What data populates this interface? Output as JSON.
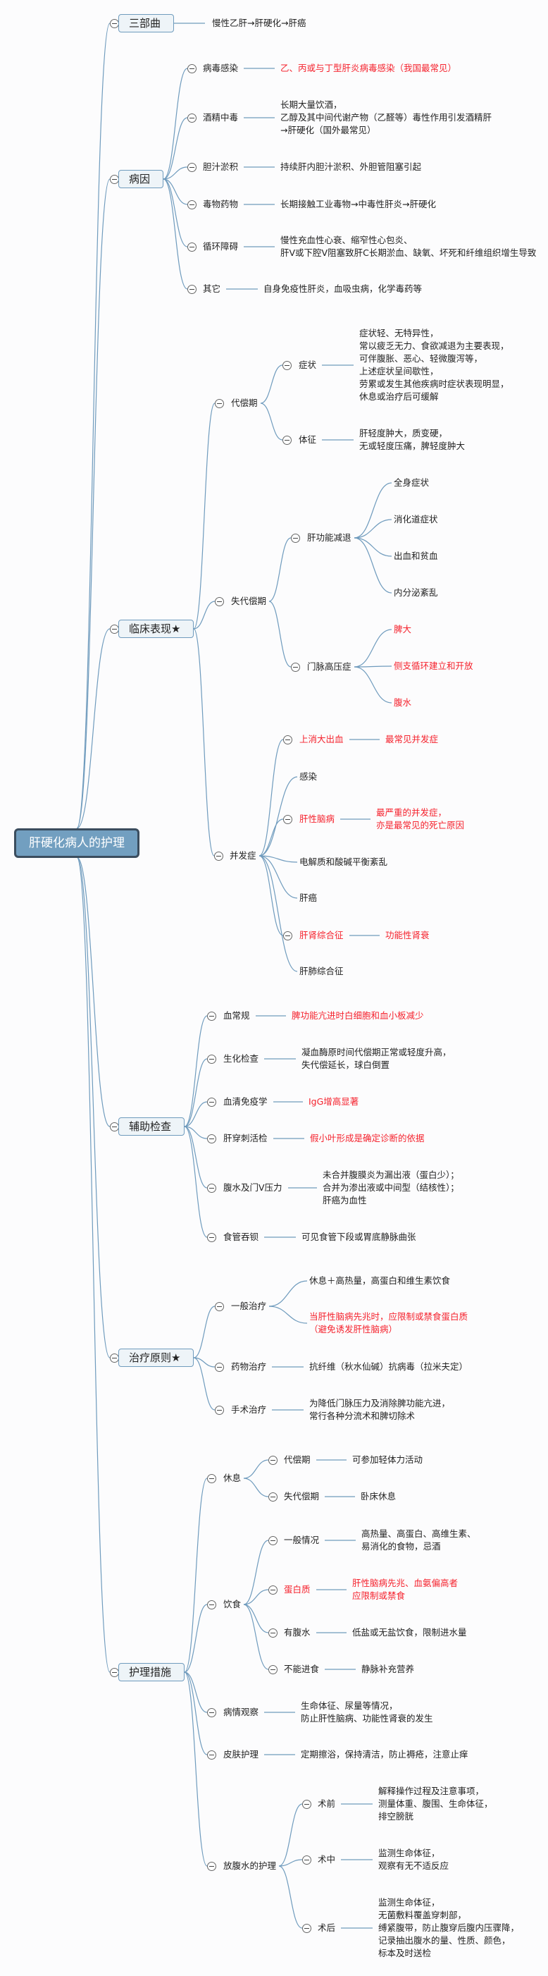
{
  "title": "肝硬化病人的护理",
  "colors": {
    "line": "#6f9bbd",
    "highlight": "#f5222d",
    "root_bg": "#729fc0",
    "box_bg": "#eef4f8"
  },
  "branches": [
    {
      "label": "三部曲",
      "note": [
        "慢性乙肝→肝硬化→肝癌"
      ]
    },
    {
      "label": "病因",
      "children": [
        {
          "label": "病毒感染",
          "note": [
            "乙、丙或与丁型肝炎病毒感染（我国最常见）"
          ],
          "note_hl": true
        },
        {
          "label": "酒精中毒",
          "note": [
            "长期大量饮酒，",
            "乙醇及其中间代谢产物（乙醛等）毒性作用引发酒精肝",
            "→肝硬化（国外最常见）"
          ]
        },
        {
          "label": "胆汁淤积",
          "note": [
            "持续肝内胆汁淤积、外胆管阻塞引起"
          ]
        },
        {
          "label": "毒物药物",
          "note": [
            "长期接触工业毒物→中毒性肝炎→肝硬化"
          ]
        },
        {
          "label": "循环障碍",
          "note": [
            "慢性充血性心衰、缩窄性心包炎、",
            "肝V或下腔V阻塞致肝C长期淤血、缺氧、坏死和纤维组织增生导致"
          ]
        },
        {
          "label": "其它",
          "note": [
            "自身免疫性肝炎，血吸虫病，化学毒药等"
          ]
        }
      ]
    },
    {
      "label": "临床表现★",
      "children": [
        {
          "label": "代偿期",
          "children": [
            {
              "label": "症状",
              "note": [
                "症状轻、无特异性，",
                "常以疲乏无力、食欲减退为主要表现，",
                "可伴腹胀、恶心、轻微腹泻等，",
                "上述症状呈间歇性，",
                "劳累或发生其他疾病时症状表现明显，",
                "休息或治疗后可缓解"
              ]
            },
            {
              "label": "体征",
              "note": [
                "肝轻度肿大，质变硬，",
                "无或轻度压痛，脾轻度肿大"
              ]
            }
          ]
        },
        {
          "label": "失代偿期",
          "children": [
            {
              "label": "肝功能减退",
              "children": [
                {
                  "label": "全身症状"
                },
                {
                  "label": "消化道症状"
                },
                {
                  "label": "出血和贫血"
                },
                {
                  "label": "内分泌紊乱"
                }
              ]
            },
            {
              "label": "门脉高压症",
              "children": [
                {
                  "label": "脾大",
                  "hl": true
                },
                {
                  "label": "侧支循环建立和开放",
                  "hl": true
                },
                {
                  "label": "腹水",
                  "hl": true
                }
              ]
            }
          ]
        },
        {
          "label": "并发症",
          "children": [
            {
              "label": "上消大出血",
              "hl": true,
              "note": [
                "最常见并发症"
              ],
              "note_hl": true
            },
            {
              "label": "感染"
            },
            {
              "label": "肝性脑病",
              "hl": true,
              "note": [
                "最严重的并发症，",
                "亦是最常见的死亡原因"
              ],
              "note_hl": true
            },
            {
              "label": "电解质和酸碱平衡紊乱"
            },
            {
              "label": "肝癌"
            },
            {
              "label": "肝肾综合征",
              "hl": true,
              "note": [
                "功能性肾衰"
              ],
              "note_hl": true
            },
            {
              "label": "肝肺综合征"
            }
          ]
        }
      ]
    },
    {
      "label": "辅助检查",
      "children": [
        {
          "label": "血常规",
          "note": [
            "脾功能亢进时白细胞和血小板减少"
          ],
          "note_hl": true
        },
        {
          "label": "生化检查",
          "note": [
            "凝血酶原时间代偿期正常或轻度升高，",
            "失代偿延长，球白倒置"
          ]
        },
        {
          "label": "血清免疫学",
          "note": [
            "IgG增高显著"
          ],
          "note_hl": true
        },
        {
          "label": "肝穿刺活检",
          "note": [
            "假小叶形成是确定诊断的依据"
          ],
          "note_hl": true
        },
        {
          "label": "腹水及门V压力",
          "note": [
            "未合并腹膜炎为漏出液（蛋白少）；",
            "合并为渗出液或中间型（结核性）；",
            "肝癌为血性"
          ]
        },
        {
          "label": "食管吞钡",
          "note": [
            "可见食管下段或胃底静脉曲张"
          ]
        }
      ]
    },
    {
      "label": "治疗原则★",
      "children": [
        {
          "label": "一般治疗",
          "children": [
            {
              "lines": [
                "休息＋高热量，高蛋白和维生素饮食"
              ]
            },
            {
              "lines": [
                "当肝性脑病先兆时，应限制或禁食蛋白质",
                "（避免诱发肝性脑病）"
              ],
              "hl": true
            }
          ]
        },
        {
          "label": "药物治疗",
          "note": [
            "抗纤维（秋水仙碱）抗病毒（拉米夫定）"
          ]
        },
        {
          "label": "手术治疗",
          "note": [
            "为降低门脉压力及消除脾功能亢进，",
            "常行各种分流术和脾切除术"
          ]
        }
      ]
    },
    {
      "label": "护理措施",
      "children": [
        {
          "label": "休息",
          "children": [
            {
              "label": "代偿期",
              "note": [
                "可参加轻体力活动"
              ]
            },
            {
              "label": "失代偿期",
              "note": [
                "卧床休息"
              ]
            }
          ]
        },
        {
          "label": "饮食",
          "children": [
            {
              "label": "一般情况",
              "note": [
                "高热量、高蛋白、高维生素、",
                "易消化的食物，忌酒"
              ]
            },
            {
              "label": "蛋白质",
              "hl": true,
              "note": [
                "肝性脑病先兆、血氨偏高者",
                "应限制或禁食"
              ],
              "note_hl": true
            },
            {
              "label": "有腹水",
              "note": [
                "低盐或无盐饮食，限制进水量"
              ]
            },
            {
              "label": "不能进食",
              "note": [
                "静脉补充营养"
              ]
            }
          ]
        },
        {
          "label": "病情观察",
          "note": [
            "生命体征、尿量等情况，",
            "防止肝性脑病、功能性肾衰的发生"
          ]
        },
        {
          "label": "皮肤护理",
          "note": [
            "定期擦浴，保持清洁，防止褥疮，注意止痒"
          ]
        },
        {
          "label": "放腹水的护理",
          "children": [
            {
              "label": "术前",
              "note": [
                "解释操作过程及注意事项，",
                "测量体重、腹围、生命体征，",
                "排空膀胱"
              ]
            },
            {
              "label": "术中",
              "note": [
                "监测生命体征，",
                "观察有无不适反应"
              ]
            },
            {
              "label": "术后",
              "note": [
                "监测生命体征，",
                "无菌敷料覆盖穿刺部，",
                "缚紧腹带，防止腹穿后腹内压骤降，",
                "记录抽出腹水的量、性质、颜色，",
                "标本及时送检"
              ]
            }
          ]
        }
      ]
    }
  ]
}
